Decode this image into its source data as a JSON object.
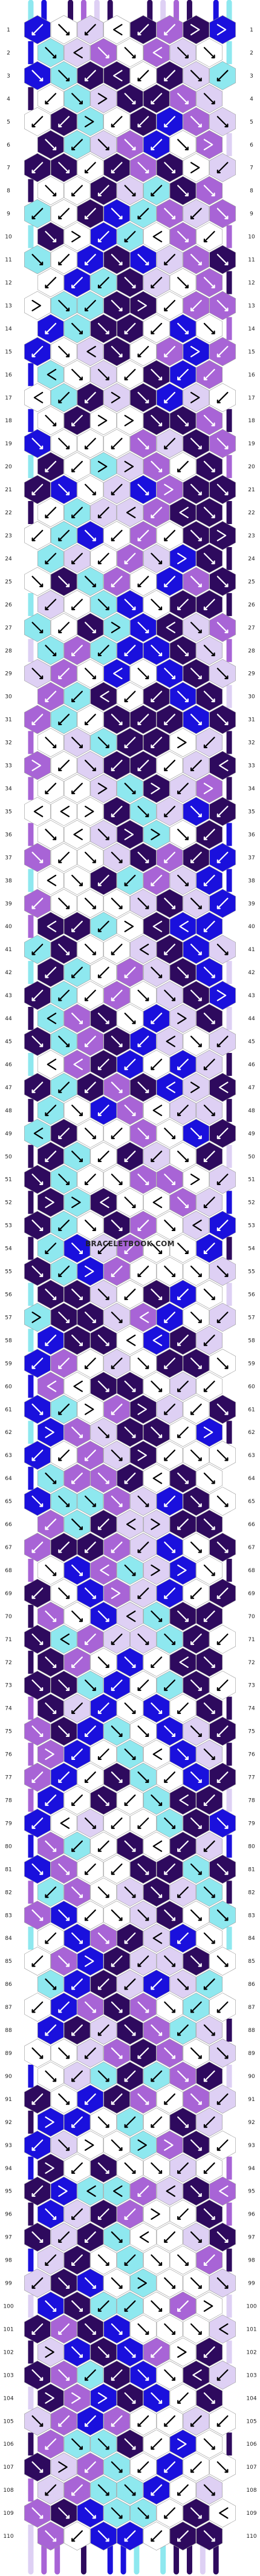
{
  "pattern": {
    "strand_count": 16,
    "row_count": 110,
    "colors": {
      "A": "#8ee8ef",
      "B": "#1a10dd",
      "C": "#a864d6",
      "D": "#ded0f4",
      "E": "#2e0a5e",
      "F": "#ffffff"
    },
    "strands_top": [
      "A",
      "B",
      "F",
      "E",
      "C",
      "D",
      "E",
      "F",
      "F",
      "E",
      "D",
      "C",
      "E",
      "F",
      "B",
      "A"
    ]
  },
  "watermark": "BRACELETBOOK.COM"
}
